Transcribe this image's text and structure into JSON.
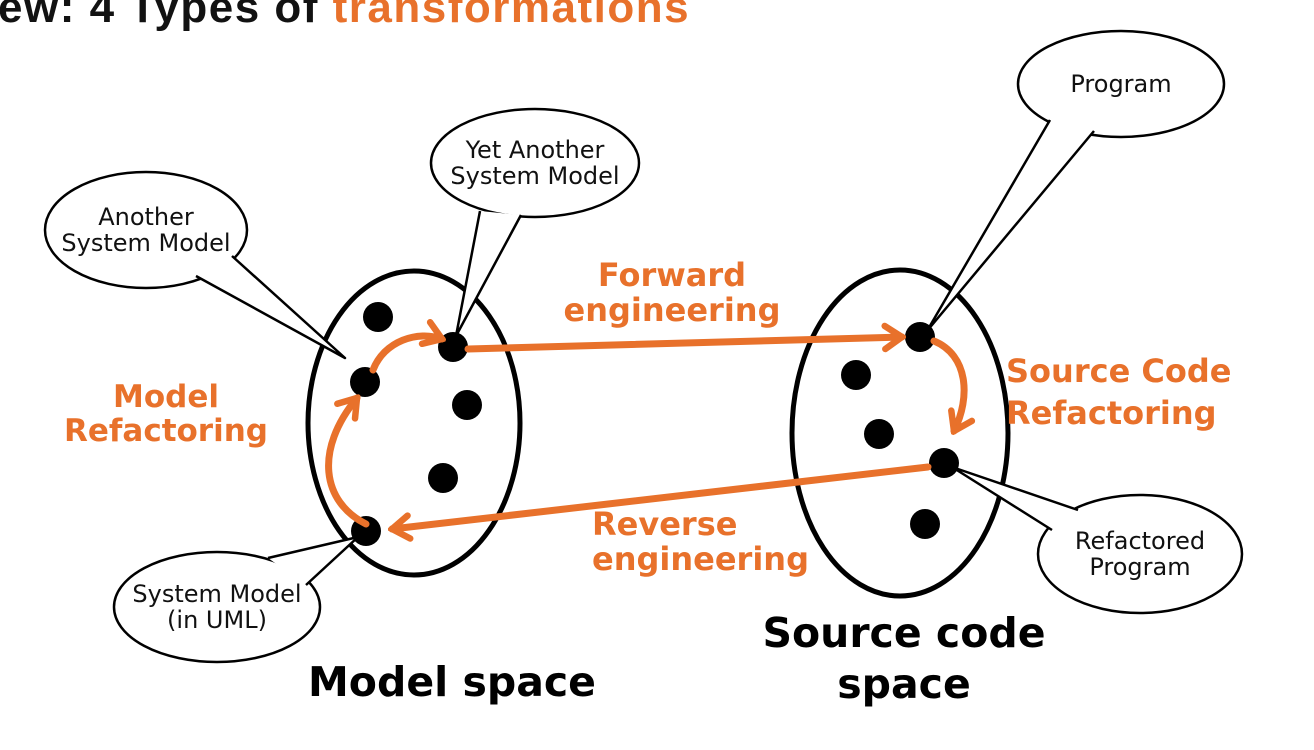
{
  "title": {
    "black_part": "ew: 4 Types of ",
    "accent_part": "transformations"
  },
  "colors": {
    "accent_orange": "#E8712B",
    "ink": "#000000",
    "background": "#FFFFFF"
  },
  "spaces": {
    "model": {
      "label": "Model space"
    },
    "source": {
      "line1": "Source code",
      "line2": "space"
    }
  },
  "transformations": {
    "model_refactoring": {
      "line1": "Model",
      "line2": "Refactoring"
    },
    "forward_engineering": {
      "line1": "Forward",
      "line2": "engineering"
    },
    "reverse_engineering": {
      "line1": "Reverse",
      "line2": "engineering"
    },
    "source_code_refactoring": {
      "line1": "Source Code",
      "line2": "Refactoring"
    }
  },
  "callouts": {
    "another_system_model": {
      "line1": "Another",
      "line2": "System Model"
    },
    "yet_another_system_model": {
      "line1": "Yet Another",
      "line2": "System Model"
    },
    "program": {
      "line1": "Program"
    },
    "system_model_in_uml": {
      "line1": "System Model",
      "line2": "(in UML)"
    },
    "refactored_program": {
      "line1": "Refactored",
      "line2": "Program"
    }
  }
}
